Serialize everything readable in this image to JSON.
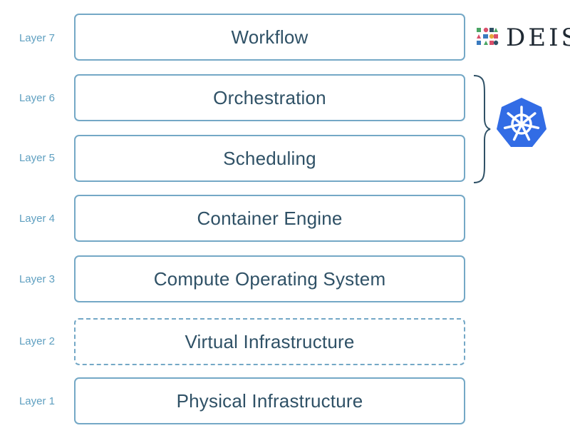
{
  "layers": [
    {
      "label": "Layer 7",
      "name": "Workflow",
      "style": "solid"
    },
    {
      "label": "Layer 6",
      "name": "Orchestration",
      "style": "solid"
    },
    {
      "label": "Layer 5",
      "name": "Scheduling",
      "style": "solid"
    },
    {
      "label": "Layer 4",
      "name": "Container Engine",
      "style": "solid"
    },
    {
      "label": "Layer 3",
      "name": "Compute Operating System",
      "style": "solid"
    },
    {
      "label": "Layer 2",
      "name": "Virtual Infrastructure",
      "style": "dashed"
    },
    {
      "label": "Layer 1",
      "name": "Physical Infrastructure",
      "style": "solid"
    }
  ],
  "deis_logo": {
    "text": "DEIS",
    "icon": "deis-logo-icon"
  },
  "kubernetes_logo": {
    "icon": "kubernetes-helm-icon",
    "spans": [
      "Layer 6",
      "Layer 5"
    ]
  },
  "colors": {
    "box_border": "#74a8c6",
    "box_text": "#2f5166",
    "label_text": "#5e9fc0",
    "brace": "#2f5166",
    "kubernetes_blue": "#326ce5"
  }
}
